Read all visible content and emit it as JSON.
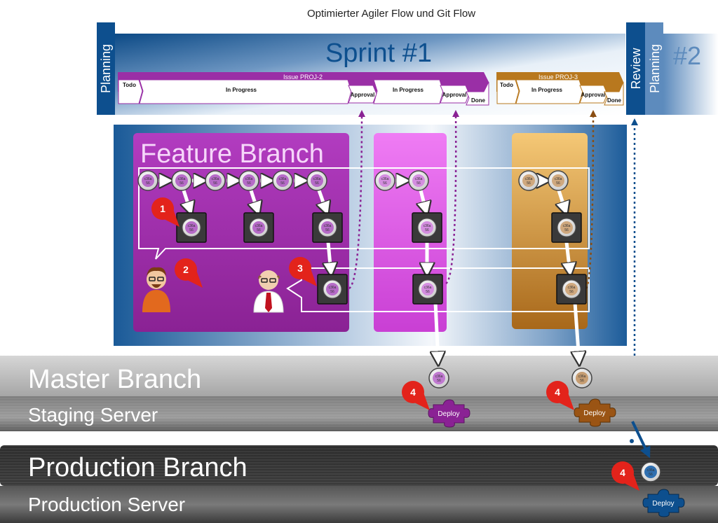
{
  "title": "Optimierter Agiler Flow und Git Flow",
  "sprint": {
    "planning": "Planning",
    "title": "Sprint #1",
    "review": "Review",
    "next_planning": "Planning",
    "next_title": "#2"
  },
  "issues": [
    {
      "name": "Issue PROJ-2",
      "steps": [
        "Todo",
        "In Progress",
        "Approval",
        "In Progress",
        "Approval",
        "Done"
      ]
    },
    {
      "name": "Issue PROJ-3",
      "steps": [
        "Todo",
        "In Progress",
        "Approval",
        "Done"
      ]
    }
  ],
  "feature_branch": {
    "label": "Feature Branch"
  },
  "commit_label": "c36a 56",
  "markers": [
    "1",
    "2",
    "3",
    "4",
    "4",
    "4"
  ],
  "bands": {
    "master": "Master Branch",
    "staging": "Staging Server",
    "production_branch": "Production Branch",
    "production_server": "Production Server"
  },
  "deploy_label": "Deploy",
  "colors": {
    "sprint_blue": "#0d4f8e",
    "feature_purple": "#9a2fa6",
    "feature_light_purple": "#e05ce8",
    "feature_orange": "#b8781e",
    "marker_red": "#e3231b"
  }
}
